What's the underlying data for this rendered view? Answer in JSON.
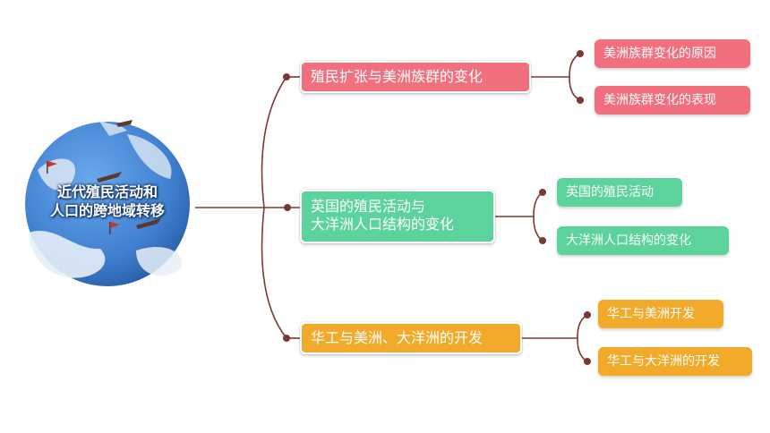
{
  "center": {
    "line1": "近代殖民活动和",
    "line2": "人口的跨地域转移"
  },
  "branches": [
    {
      "title": "殖民扩张与美洲族群的变化",
      "color": "#f2707d",
      "children": [
        "美洲族群变化的原因",
        "美洲族群变化的表现"
      ]
    },
    {
      "title_line1": "英国的殖民活动与",
      "title_line2": "大洋洲人口结构的变化",
      "color": "#5bd39a",
      "children": [
        "英国的殖民活动",
        "大洋洲人口结构的变化"
      ]
    },
    {
      "title": "华工与美洲、大洋洲的开发",
      "color": "#f2aa2a",
      "children": [
        "华工与美洲开发",
        "华工与大洋洲的开发"
      ]
    }
  ],
  "colors": {
    "line": "#7a3a32",
    "globe": "#3f7fcf"
  }
}
